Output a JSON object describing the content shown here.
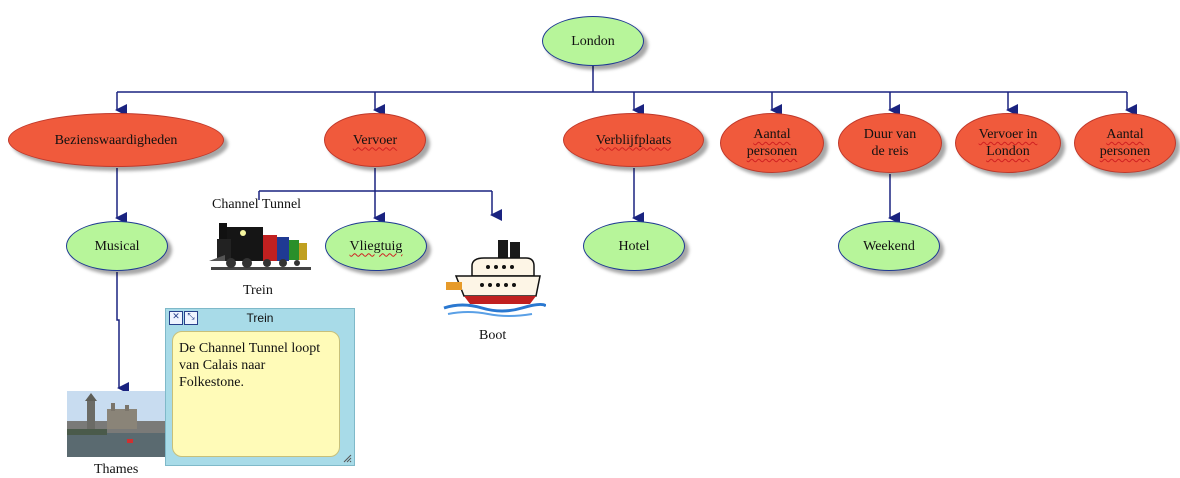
{
  "diagram": {
    "root": "London",
    "categories": [
      {
        "label": "Bezienswaardigheden"
      },
      {
        "label": "Vervoer"
      },
      {
        "label": "Verblijfplaats"
      },
      {
        "label": "Aantal personen"
      },
      {
        "label": "Duur van de reis"
      },
      {
        "label": "Vervoer in London"
      },
      {
        "label": "Aantal personen"
      }
    ],
    "children": {
      "musical": "Musical",
      "vliegtuig": "Vliegtuig",
      "hotel": "Hotel",
      "weekend": "Weekend"
    },
    "images": {
      "channel_tunnel_caption": "Channel Tunnel",
      "trein_caption": "Trein",
      "boot_caption": "Boot",
      "thames_caption": "Thames"
    },
    "note": {
      "title": "Trein",
      "text": "De Channel Tunnel loopt van Calais naar Folkestone."
    }
  },
  "colors": {
    "connector": "#1a2380",
    "root_fill": "#b7f59a",
    "category_fill": "#f05a3c",
    "note_frame": "#a8dbe8",
    "note_body": "#fffbb8"
  }
}
